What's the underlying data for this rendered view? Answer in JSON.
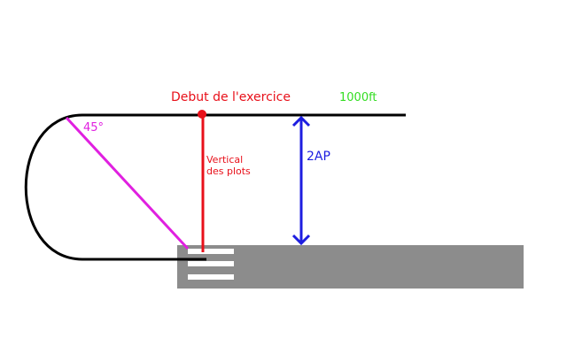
{
  "labels": {
    "start": "Debut de l'exercice",
    "altitude": "1000ft",
    "angle": "45°",
    "vertical_line1": "Vertical",
    "vertical_line2": "des plots",
    "distance": "2AP"
  },
  "colors": {
    "start": "#e8101a",
    "altitude": "#33dd22",
    "angle": "#e020e0",
    "vertical": "#e8101a",
    "distance": "#1d1de0",
    "pattern": "#000000",
    "runway": "#8c8c8c",
    "markings": "#ffffff"
  }
}
